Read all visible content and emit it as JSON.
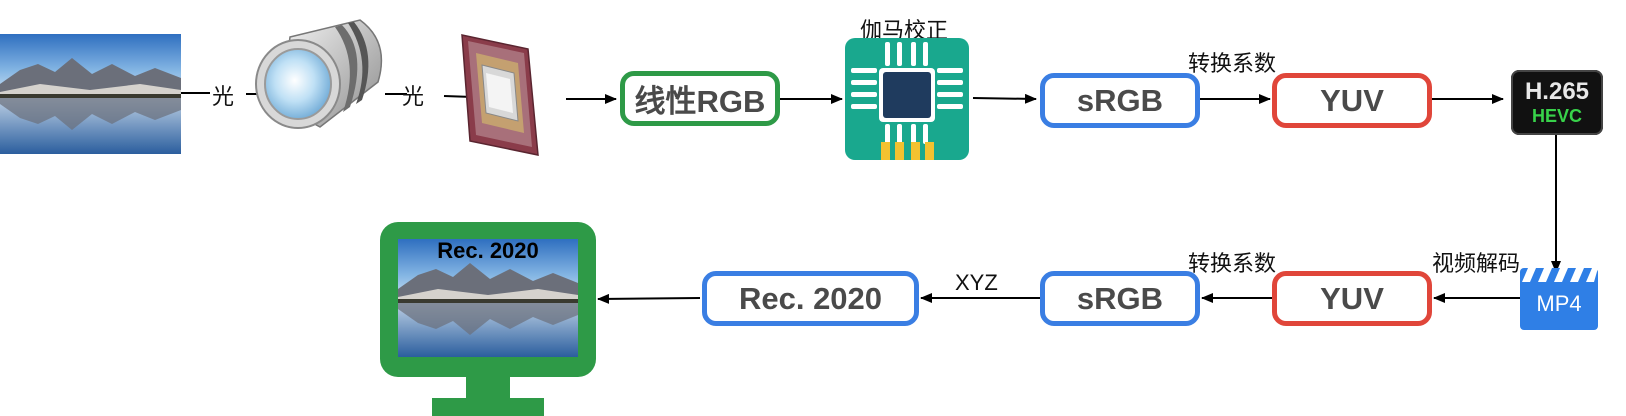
{
  "nodes": {
    "linear_rgb": "线性RGB",
    "srgb_top": "sRGB",
    "yuv_top": "YUV",
    "h265": "H.265",
    "hevc": "HEVC",
    "mp4": "MP4",
    "yuv_bottom": "YUV",
    "srgb_bottom": "sRGB",
    "rec2020_box": "Rec. 2020",
    "monitor_caption": "Rec. 2020"
  },
  "labels": {
    "light1": "光",
    "light2": "光",
    "gamma": "伽马校正",
    "convert_top": "转换系数",
    "video_decode": "视频解码",
    "convert_bottom": "转换系数",
    "xyz": "XYZ"
  },
  "colors": {
    "green": "#2e9a47",
    "blue": "#3a7ee3",
    "red": "#e0463a",
    "chip_teal": "#19a88e",
    "mp4_blue": "#2f7fe6"
  },
  "icons": {
    "photo": "landscape-photo-icon",
    "lens": "camera-lens-icon",
    "sensor": "image-sensor-icon",
    "chip": "processor-chip-icon",
    "codec": "h265-hevc-icon",
    "mp4": "mp4-file-icon",
    "monitor": "monitor-icon"
  }
}
